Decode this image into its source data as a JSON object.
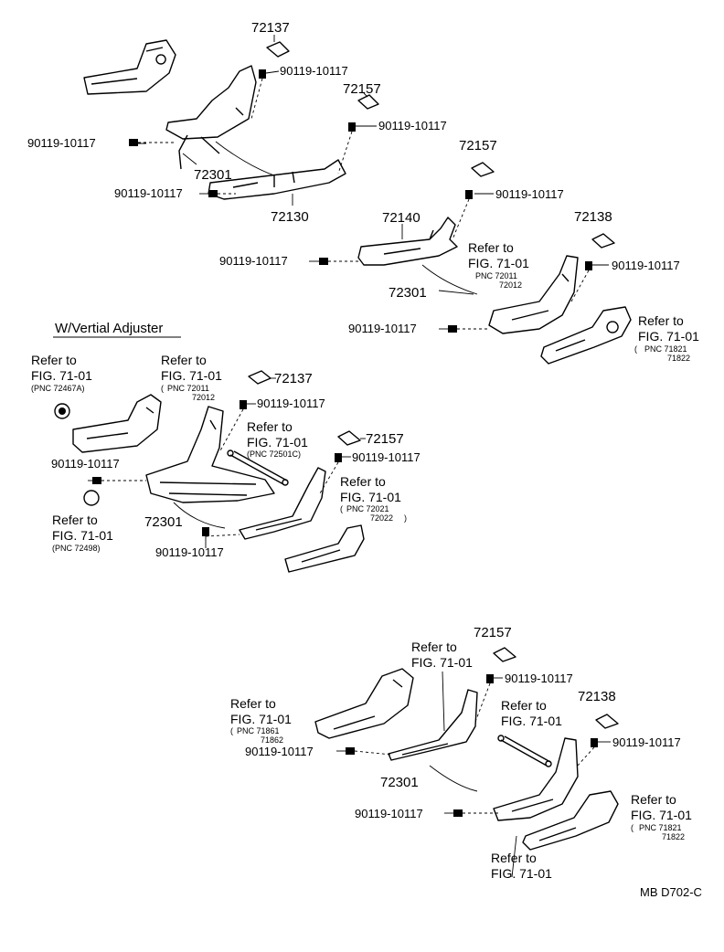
{
  "part_numbers": {
    "p72137": "72137",
    "p72157": "72157",
    "p72130": "72130",
    "p72140": "72140",
    "p72138": "72138",
    "p72301": "72301",
    "bolt": "90119-10117"
  },
  "refs": {
    "refer_to": "Refer to",
    "fig": "FIG. 71-01",
    "pnc_72011": "PNC 72011",
    "pnc_72012": "72012",
    "pnc_71821": "PNC 71821",
    "pnc_71822": "71822",
    "pnc_72467a": "(PNC 72467A)",
    "pnc_72501c": "(PNC 72501C)",
    "pnc_72021": "PNC 72021",
    "pnc_72022": "72022",
    "pnc_72498": "(PNC 72498)",
    "pnc_71861": "PNC 71861",
    "pnc_71862": "71862",
    "paren_open": "(",
    "paren_close": ")"
  },
  "section_title": "W/Vertial Adjuster",
  "drawing_code": "MB D702-C"
}
